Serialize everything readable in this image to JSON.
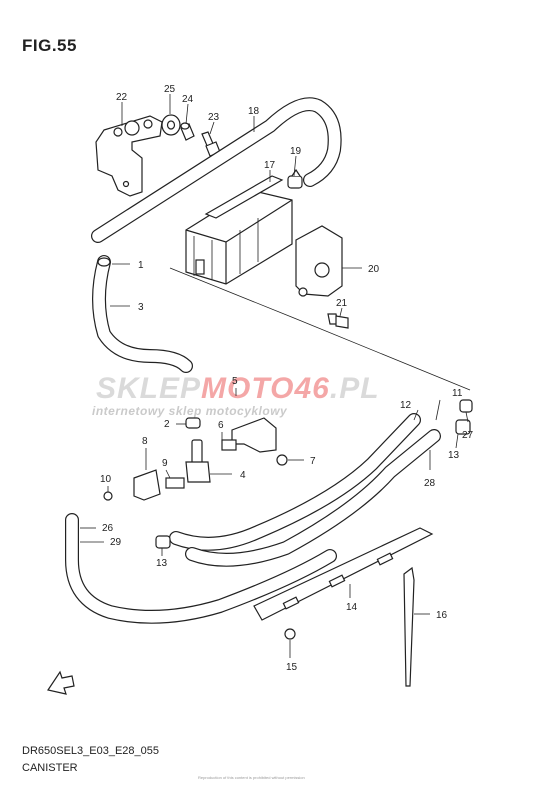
{
  "figure": {
    "title": "FIG.55"
  },
  "footer": {
    "code": "DR650SEL3_E03_E28_055",
    "name": "CANISTER"
  },
  "watermark": {
    "brand_prefix": "SKLEP",
    "brand_mid": "MOTO",
    "brand_num": "46",
    "brand_suffix": ".PL",
    "tagline": "internetowy sklep motocyklowy"
  },
  "copyright_note": "Reproduction of this content is prohibited without permission",
  "callouts": [
    "1",
    "2",
    "3",
    "4",
    "5",
    "6",
    "7",
    "8",
    "9",
    "10",
    "11",
    "12",
    "13",
    "13",
    "14",
    "15",
    "16",
    "17",
    "18",
    "19",
    "20",
    "21",
    "22",
    "23",
    "24",
    "25",
    "26",
    "27",
    "28",
    "29"
  ],
  "icons": {
    "front_arrow": "front-direction-arrow-icon"
  }
}
